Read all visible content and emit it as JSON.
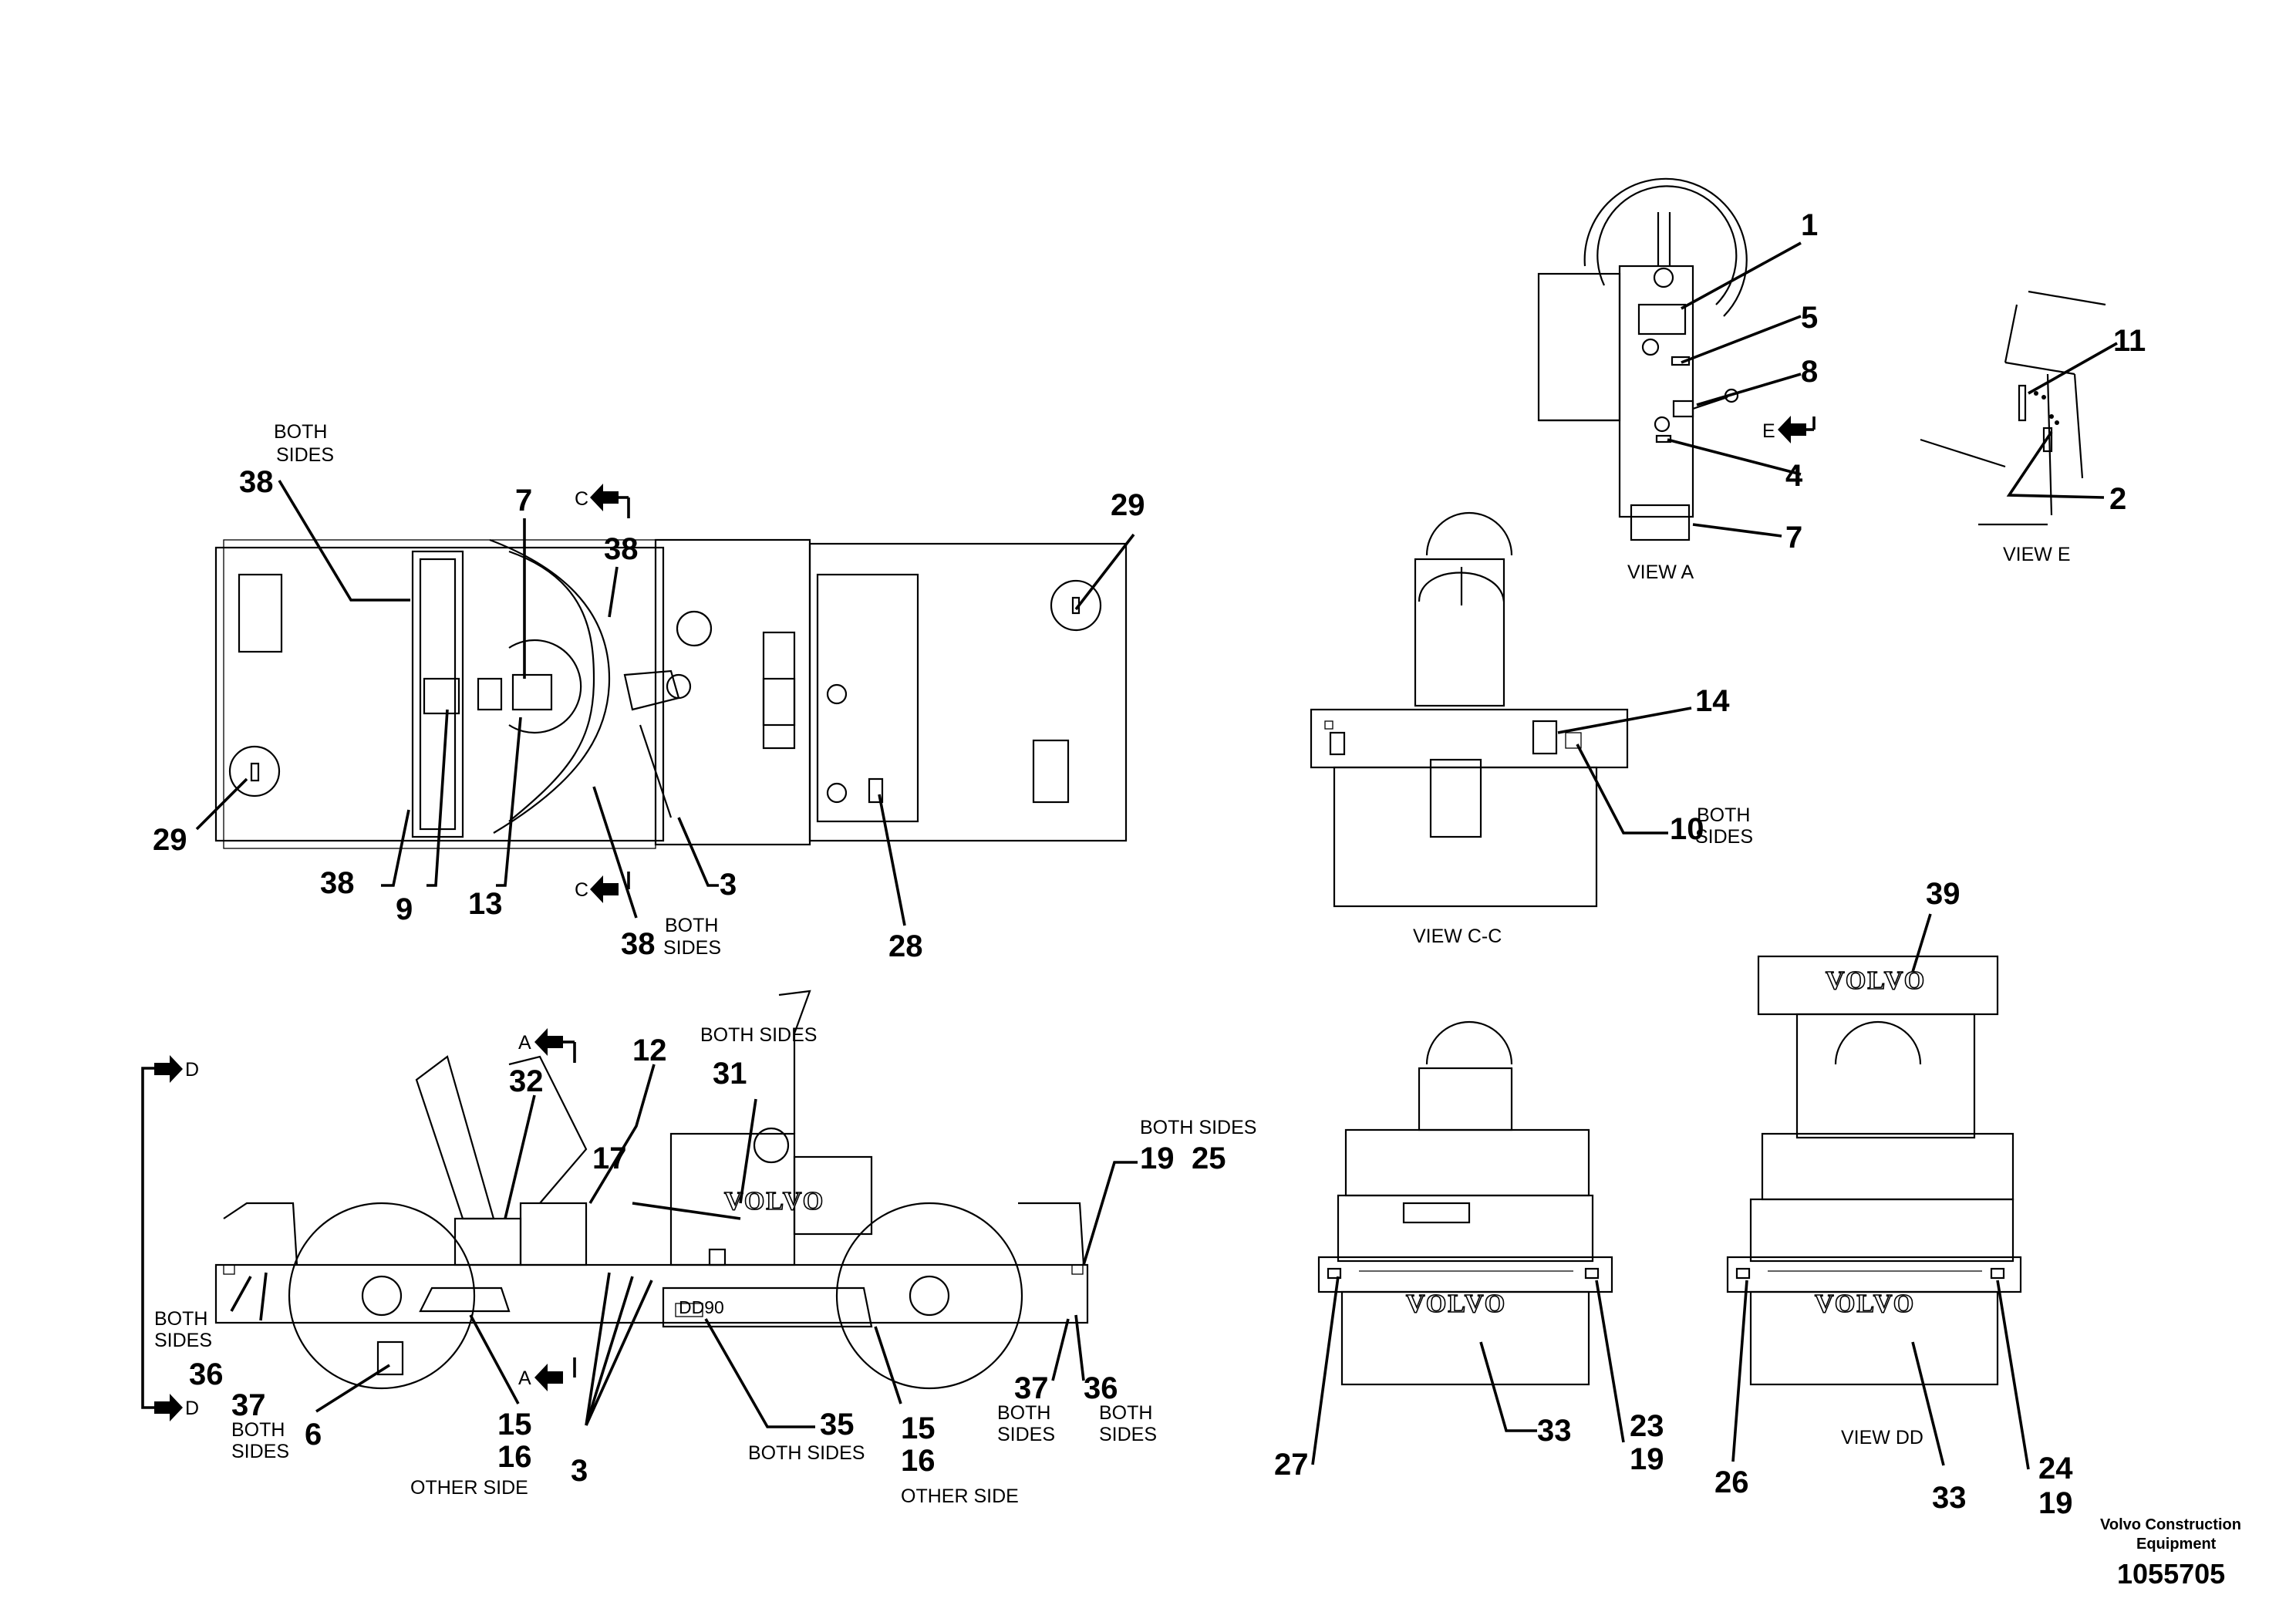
{
  "callouts": {
    "c1": "1",
    "c5": "5",
    "c8": "8",
    "c4": "4",
    "c7a": "7",
    "c11": "11",
    "c2": "2",
    "c38a": "38",
    "c7b": "7",
    "c38b": "38",
    "c29a": "29",
    "c29b": "29",
    "c38c": "38",
    "c9": "9",
    "c13": "13",
    "c38d": "38",
    "c3a": "3",
    "c28": "28",
    "c14": "14",
    "c10": "10",
    "c39": "39",
    "c32": "32",
    "c31": "31",
    "c12": "12",
    "c17": "17",
    "c19a": "19",
    "c25": "25",
    "c36a": "36",
    "c37a": "37",
    "c6": "6",
    "c15a": "15",
    "c16a": "16",
    "c3b": "3",
    "c35": "35",
    "c15b": "15",
    "c16b": "16",
    "c37b": "37",
    "c36b": "36",
    "c27": "27",
    "c33a": "33",
    "c23": "23",
    "c19b": "19",
    "c26": "26",
    "c33b": "33",
    "c24": "24",
    "c19c": "19"
  },
  "notes": {
    "both": "BOTH",
    "sides": "SIDES",
    "both_sides": "BOTH SIDES",
    "other_side": "OTHER SIDE"
  },
  "views": {
    "view_a": "VIEW A",
    "view_e": "VIEW E",
    "view_cc": "VIEW C-C",
    "view_dd": "VIEW DD"
  },
  "section_markers": {
    "a": "A",
    "c": "C",
    "d": "D",
    "e": "E"
  },
  "logo_text": "VOLVO",
  "decal_text": "DD90",
  "footer": {
    "brand_line1": "Volvo Construction",
    "brand_line2": "Equipment",
    "part_number": "1055705"
  }
}
